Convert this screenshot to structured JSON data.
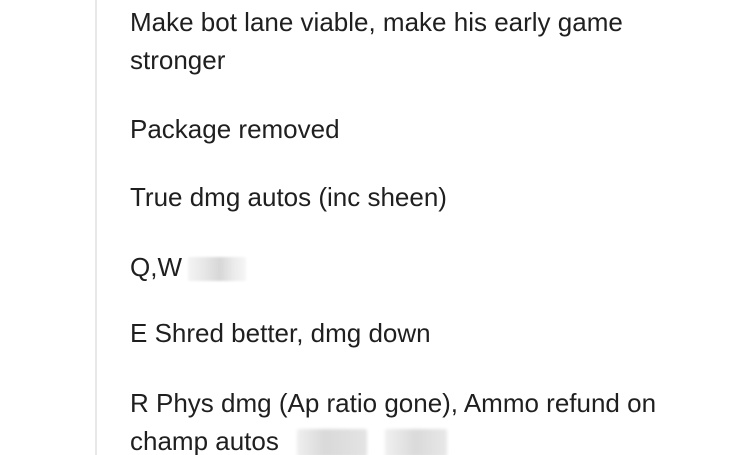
{
  "comment": {
    "lines": [
      "Make bot lane viable, make his early game stronger",
      "Package removed",
      "True dmg autos (inc sheen)",
      "Q,W",
      "E Shred better, dmg down",
      "R Phys dmg (Ap ratio gone), Ammo refund on champ autos"
    ]
  }
}
